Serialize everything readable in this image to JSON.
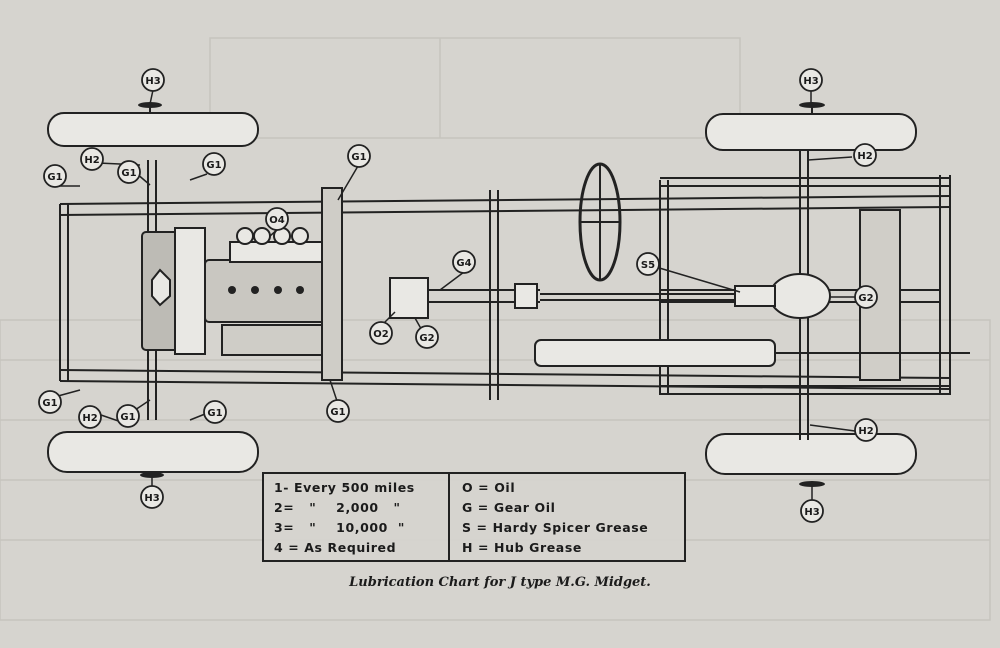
{
  "labels": {
    "h3_front_top": "H3",
    "h2_front_top": "H2",
    "g1_front_top": "G1",
    "g1_top_left_a": "G1",
    "g1_top_left_b": "G1",
    "g1_top_center": "G1",
    "o4": "O4",
    "g4": "G4",
    "s5": "S5",
    "o2": "O2",
    "g2_center": "G2",
    "g2_axle": "G2",
    "h3_rear_top": "H3",
    "h2_rear_top": "H2",
    "h2_rear_bottom": "H2",
    "h3_rear_bottom": "H3",
    "g1_bottom_left": "G1",
    "h2_front_bottom": "H2",
    "g1_bottom_a": "G1",
    "g1_bottom_b": "G1",
    "g1_bottom_center": "G1",
    "h3_front_bottom": "H3"
  },
  "legend": {
    "intervals": [
      "1- Every 500 miles",
      "2=   \"    2,000   \"",
      "3=   \"    10,000  \"",
      "4 = As Required"
    ],
    "lubricants": [
      "O = Oil",
      "G = Gear Oil",
      "S = Hardy Spicer Grease",
      "H = Hub Grease"
    ]
  },
  "caption": "Lubrication Chart for J type M.G. Midget."
}
